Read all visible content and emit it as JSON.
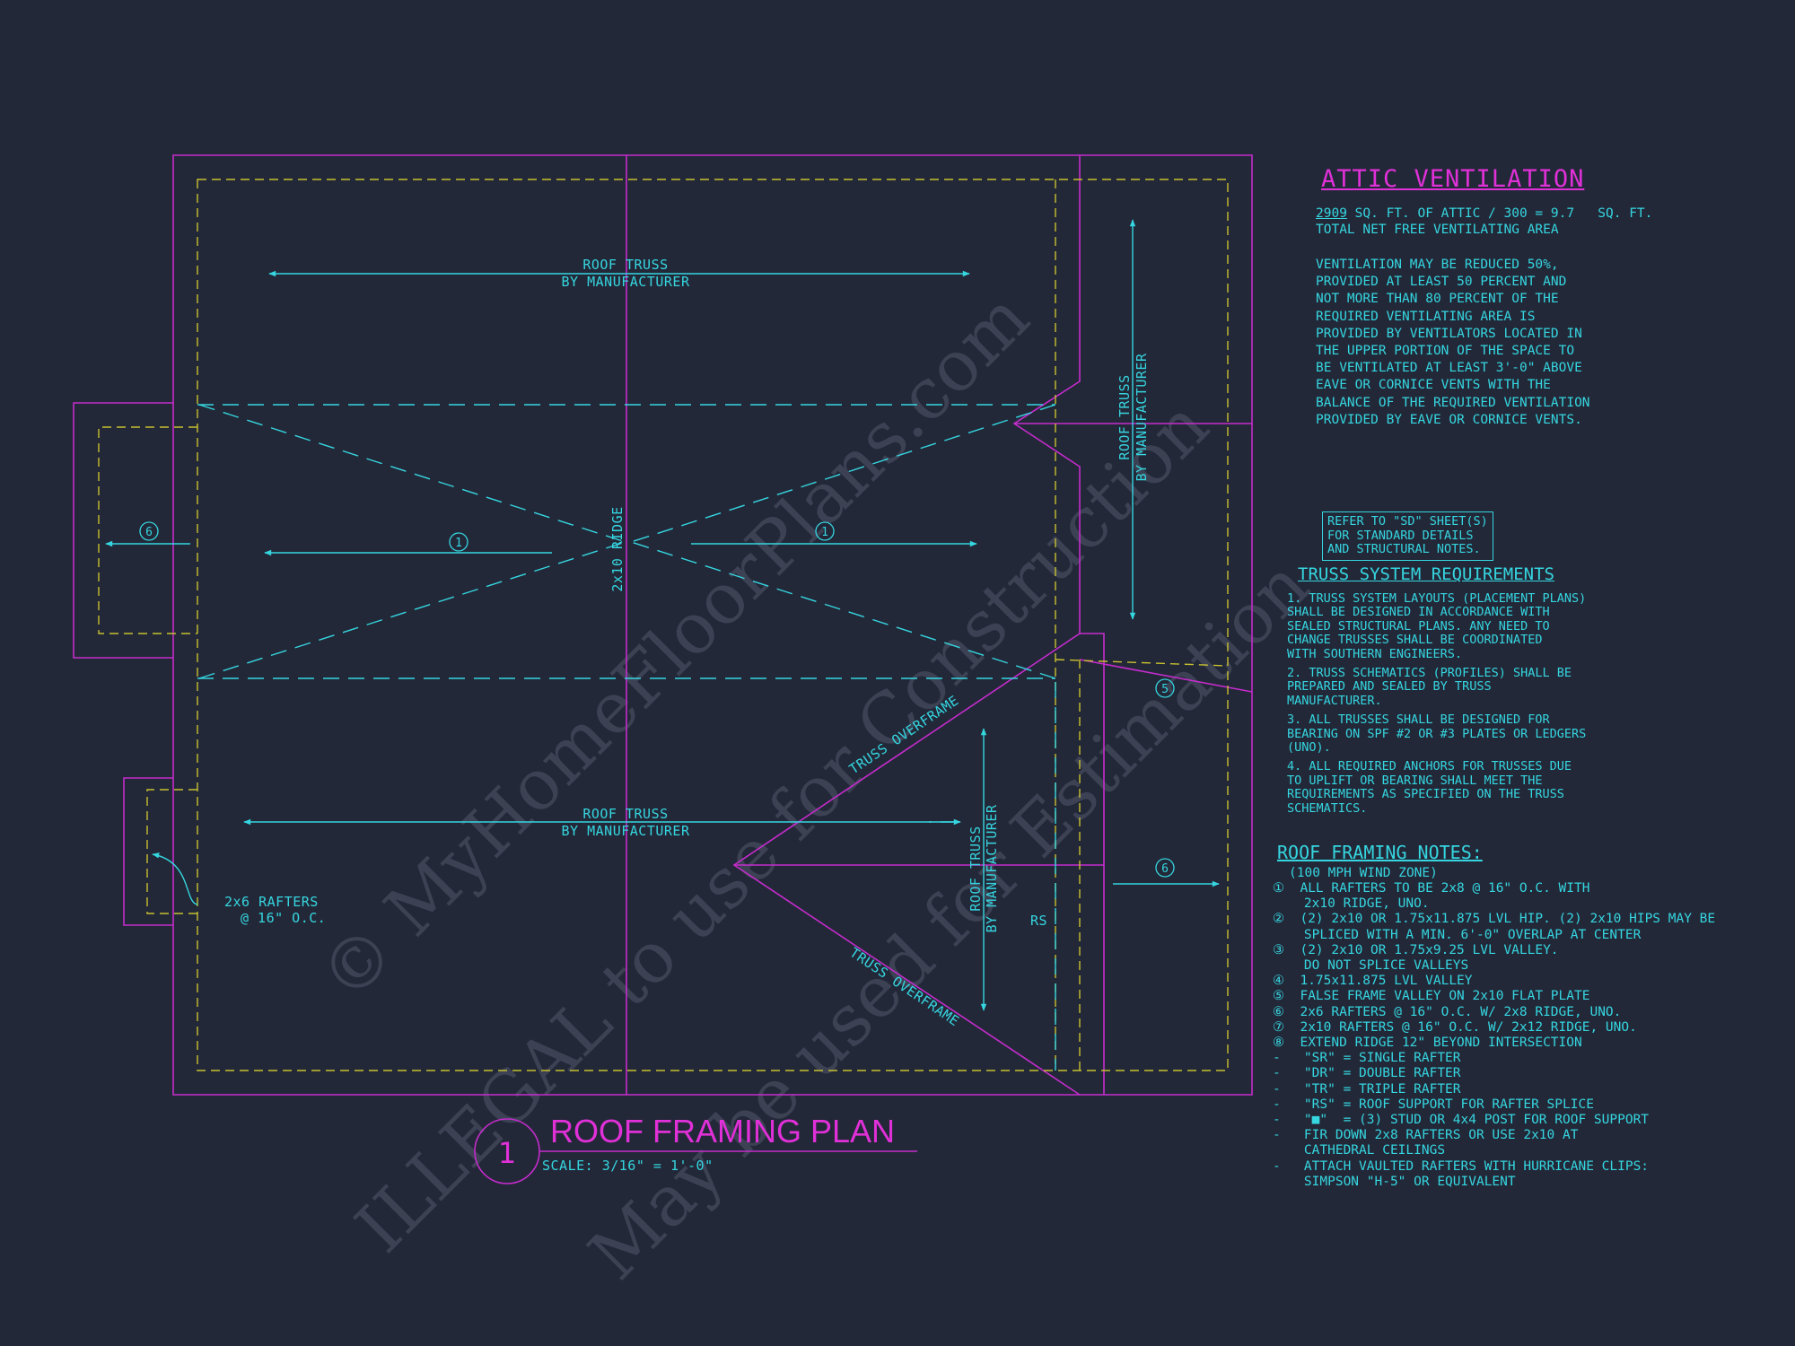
{
  "plan": {
    "labels": {
      "truss_top_1": "ROOF TRUSS",
      "truss_top_2": "BY MANUFACTURER",
      "truss_bottom_1": "ROOF TRUSS",
      "truss_bottom_2": "BY MANUFACTURER",
      "truss_right_1": "ROOF TRUSS",
      "truss_right_2": "BY MANUFACTURER",
      "truss_mid_1": "ROOF TRUSS",
      "truss_mid_2": "BY MANUFACTURER",
      "ridge": "2x10 RIDGE",
      "overframe_upper": "TRUSS OVERFRAME",
      "overframe_lower": "TRUSS OVERFRAME",
      "rafters_1": "2x6 RAFTERS",
      "rafters_2": "@ 16\" O.C.",
      "rs": "RS",
      "tag_1a": "1",
      "tag_1b": "1",
      "tag_6a": "6",
      "tag_6b": "6",
      "tag_5": "5"
    },
    "title_number": "1",
    "title": "ROOF FRAMING PLAN",
    "scale": "SCALE: 3/16\" = 1'-0\""
  },
  "watermark": {
    "line1": "© MyHomeFloorPlans.com",
    "line2": "ILLEGAL to use for Construction",
    "line3": "May be used for Estimation"
  },
  "attic": {
    "title": "ATTIC VENTILATION",
    "area_value": "2909",
    "area_line": " SQ. FT. OF ATTIC / 300 = 9.7   SQ. FT.",
    "area_line2": "TOTAL NET FREE VENTILATING AREA",
    "paragraph": "VENTILATION MAY BE REDUCED 50%,\nPROVIDED AT LEAST 50 PERCENT AND\nNOT MORE THAN 80 PERCENT OF THE\nREQUIRED VENTILATING AREA IS\nPROVIDED BY VENTILATORS LOCATED IN\nTHE UPPER PORTION OF THE SPACE TO\nBE VENTILATED AT LEAST 3'-0\" ABOVE\nEAVE OR CORNICE VENTS WITH THE\nBALANCE OF THE REQUIRED VENTILATION\nPROVIDED BY EAVE OR CORNICE VENTS."
  },
  "refer_box": "REFER TO \"SD\" SHEET(S)\nFOR STANDARD DETAILS\nAND STRUCTURAL NOTES.",
  "truss_req": {
    "title": "TRUSS SYSTEM REQUIREMENTS",
    "items": [
      "1. TRUSS SYSTEM LAYOUTS (PLACEMENT PLANS)\nSHALL BE DESIGNED IN ACCORDANCE WITH\nSEALED STRUCTURAL PLANS. ANY NEED TO\nCHANGE TRUSSES SHALL BE COORDINATED\nWITH SOUTHERN ENGINEERS.",
      "2. TRUSS SCHEMATICS (PROFILES) SHALL BE\nPREPARED AND SEALED BY TRUSS\nMANUFACTURER.",
      "3. ALL TRUSSES SHALL BE DESIGNED FOR\nBEARING ON SPF #2 OR #3 PLATES OR LEDGERS\n(UNO).",
      "4. ALL REQUIRED ANCHORS FOR TRUSSES DUE\nTO UPLIFT OR BEARING SHALL MEET THE\nREQUIREMENTS AS SPECIFIED ON THE TRUSS\nSCHEMATICS."
    ]
  },
  "roof_notes": {
    "title": "ROOF FRAMING NOTES:",
    "subtitle": "(100 MPH WIND ZONE)",
    "items": [
      "①  ALL RAFTERS TO BE 2x8 @ 16\" O.C. WITH\n    2x10 RIDGE, UNO.",
      "②  (2) 2x10 OR 1.75x11.875 LVL HIP. (2) 2x10 HIPS MAY BE\n    SPLICED WITH A MIN. 6'-0\" OVERLAP AT CENTER",
      "③  (2) 2x10 OR 1.75x9.25 LVL VALLEY.\n    DO NOT SPLICE VALLEYS",
      "④  1.75x11.875 LVL VALLEY",
      "⑤  FALSE FRAME VALLEY ON 2x10 FLAT PLATE",
      "⑥  2x6 RAFTERS @ 16\" O.C. W/ 2x8 RIDGE, UNO.",
      "⑦  2x10 RAFTERS @ 16\" O.C. W/ 2x12 RIDGE, UNO.",
      "⑧  EXTEND RIDGE 12\" BEYOND INTERSECTION",
      "-   \"SR\" = SINGLE RAFTER",
      "-   \"DR\" = DOUBLE RAFTER",
      "-   \"TR\" = TRIPLE RAFTER",
      "-   \"RS\" = ROOF SUPPORT FOR RAFTER SPLICE",
      "-   \"■\"  = (3) STUD OR 4x4 POST FOR ROOF SUPPORT",
      "-   FIR DOWN 2x8 RAFTERS OR USE 2x10 AT\n    CATHEDRAL CEILINGS",
      "-   ATTACH VAULTED RAFTERS WITH HURRICANE CLIPS:\n    SIMPSON \"H-5\" OR EQUIVALENT"
    ]
  }
}
